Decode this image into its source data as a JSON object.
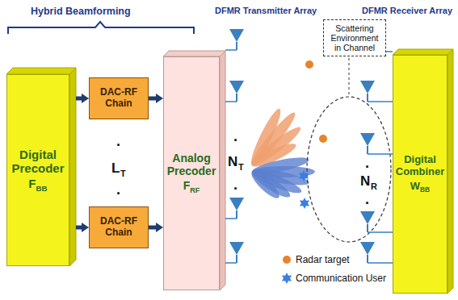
{
  "diagram": {
    "nodes": [
      {
        "text": [
          "Digital Precoder",
          "F",
          "BB"
        ]
      },
      {
        "text": [
          "DAC-RF Chain"
        ]
      },
      {
        "text": [
          "DAC-RF Chain"
        ]
      },
      {
        "text": [
          "Analog Precoder",
          "F",
          "RF"
        ]
      },
      {
        "text": [
          "Digital Combiner",
          "W",
          "BB"
        ]
      },
      {
        "text": [
          "Scattering Environment in Channel"
        ]
      }
    ],
    "edges": [
      {
        "from": 0,
        "to": 1,
        "arrow": "to"
      },
      {
        "from": 0,
        "to": 2,
        "arrow": "to"
      },
      {
        "from": 1,
        "to": 3,
        "arrow": "to"
      },
      {
        "from": 2,
        "to": 3,
        "arrow": "to"
      }
    ],
    "labels": [
      "Hybrid Beamforming",
      "DFMR Transmitter Array",
      "DFMR Receiver Array",
      ".",
      "L",
      "T",
      ".",
      ".",
      "N",
      "T",
      ".",
      ".",
      "N",
      "R",
      "."
    ],
    "legend": [
      {
        "text": "Radar target",
        "color": "#e8832a"
      },
      {
        "text": "Communication User"
      }
    ]
  }
}
